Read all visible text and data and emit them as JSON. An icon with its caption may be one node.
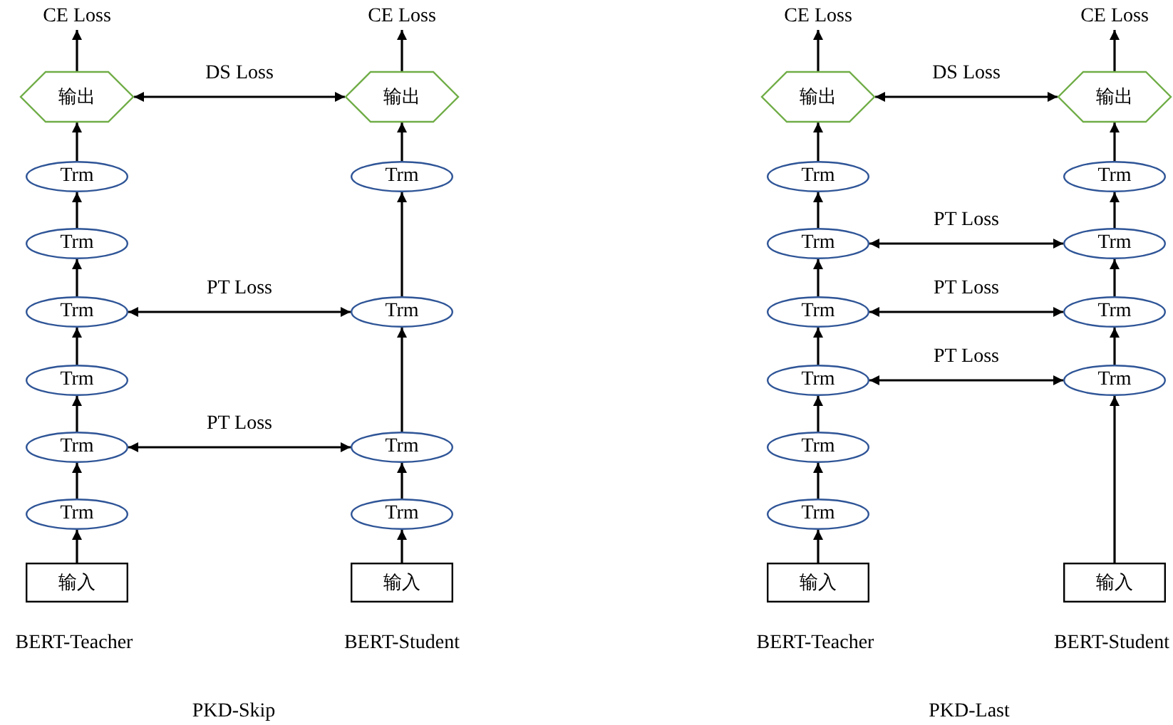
{
  "diagram": {
    "nodes": [
      {
        "text": [
          "CE Loss"
        ]
      },
      {
        "text": [
          "输出"
        ]
      },
      {
        "text": [
          "Trm"
        ]
      },
      {
        "text": [
          "Trm"
        ]
      },
      {
        "text": [
          "Trm"
        ]
      },
      {
        "text": [
          "Trm"
        ]
      },
      {
        "text": [
          "Trm"
        ]
      },
      {
        "text": [
          "Trm"
        ]
      },
      {
        "text": [
          "输入"
        ]
      },
      {
        "text": [
          "CE Loss"
        ]
      },
      {
        "text": [
          "输出"
        ]
      },
      {
        "text": [
          "Trm"
        ]
      },
      {
        "text": [
          "Trm"
        ]
      },
      {
        "text": [
          "Trm"
        ]
      },
      {
        "text": [
          "Trm"
        ]
      },
      {
        "text": [
          "输入"
        ]
      },
      {
        "text": [
          "CE Loss"
        ]
      },
      {
        "text": [
          "输出"
        ]
      },
      {
        "text": [
          "Trm"
        ]
      },
      {
        "text": [
          "Trm"
        ]
      },
      {
        "text": [
          "Trm"
        ]
      },
      {
        "text": [
          "Trm"
        ]
      },
      {
        "text": [
          "Trm"
        ]
      },
      {
        "text": [
          "Trm"
        ]
      },
      {
        "text": [
          "输入"
        ]
      },
      {
        "text": [
          "CE Loss"
        ]
      },
      {
        "text": [
          "输出"
        ]
      },
      {
        "text": [
          "Trm"
        ]
      },
      {
        "text": [
          "Trm"
        ]
      },
      {
        "text": [
          "Trm"
        ]
      },
      {
        "text": [
          "Trm"
        ]
      },
      {
        "text": [
          "输入"
        ]
      }
    ],
    "edges": [
      {
        "from": 8,
        "to": 7,
        "arrow": "to"
      },
      {
        "from": 7,
        "to": 6,
        "arrow": "to"
      },
      {
        "from": 6,
        "to": 5,
        "arrow": "to"
      },
      {
        "from": 5,
        "to": 4,
        "arrow": "to"
      },
      {
        "from": 4,
        "to": 3,
        "arrow": "to"
      },
      {
        "from": 3,
        "to": 2,
        "arrow": "to"
      },
      {
        "from": 2,
        "to": 1,
        "arrow": "to"
      },
      {
        "from": 1,
        "to": 0,
        "arrow": "to"
      },
      {
        "from": 15,
        "to": 14,
        "arrow": "to"
      },
      {
        "from": 14,
        "to": 13,
        "arrow": "to"
      },
      {
        "from": 13,
        "to": 12,
        "arrow": "to"
      },
      {
        "from": 12,
        "to": 11,
        "arrow": "to"
      },
      {
        "from": 11,
        "to": 10,
        "arrow": "to"
      },
      {
        "from": 10,
        "to": 9,
        "arrow": "to"
      },
      {
        "from": 1,
        "to": 10,
        "arrow": "both",
        "label": "DS Loss"
      },
      {
        "from": 4,
        "to": 12,
        "arrow": "both",
        "label": "PT Loss"
      },
      {
        "from": 6,
        "to": 13,
        "arrow": "both",
        "label": "PT Loss"
      },
      {
        "from": 24,
        "to": 23,
        "arrow": "to"
      },
      {
        "from": 23,
        "to": 22,
        "arrow": "to"
      },
      {
        "from": 22,
        "to": 21,
        "arrow": "to"
      },
      {
        "from": 21,
        "to": 20,
        "arrow": "to"
      },
      {
        "from": 20,
        "to": 19,
        "arrow": "to"
      },
      {
        "from": 19,
        "to": 18,
        "arrow": "to"
      },
      {
        "from": 18,
        "to": 17,
        "arrow": "to"
      },
      {
        "from": 17,
        "to": 16,
        "arrow": "to"
      },
      {
        "from": 31,
        "to": 30,
        "arrow": "to"
      },
      {
        "from": 30,
        "to": 29,
        "arrow": "to"
      },
      {
        "from": 29,
        "to": 28,
        "arrow": "to"
      },
      {
        "from": 28,
        "to": 27,
        "arrow": "to"
      },
      {
        "from": 27,
        "to": 26,
        "arrow": "to"
      },
      {
        "from": 26,
        "to": 25,
        "arrow": "to"
      },
      {
        "from": 17,
        "to": 26,
        "arrow": "both",
        "label": "DS Loss"
      },
      {
        "from": 19,
        "to": 28,
        "arrow": "both",
        "label": "PT Loss"
      },
      {
        "from": 20,
        "to": 29,
        "arrow": "both",
        "label": "PT Loss"
      },
      {
        "from": 21,
        "to": 30,
        "arrow": "both",
        "label": "PT Loss"
      }
    ],
    "labels": [
      "BERT-Teacher",
      "BERT-Student",
      "PKD-Skip",
      "BERT-Teacher",
      "BERT-Student",
      "PKD-Last"
    ]
  }
}
